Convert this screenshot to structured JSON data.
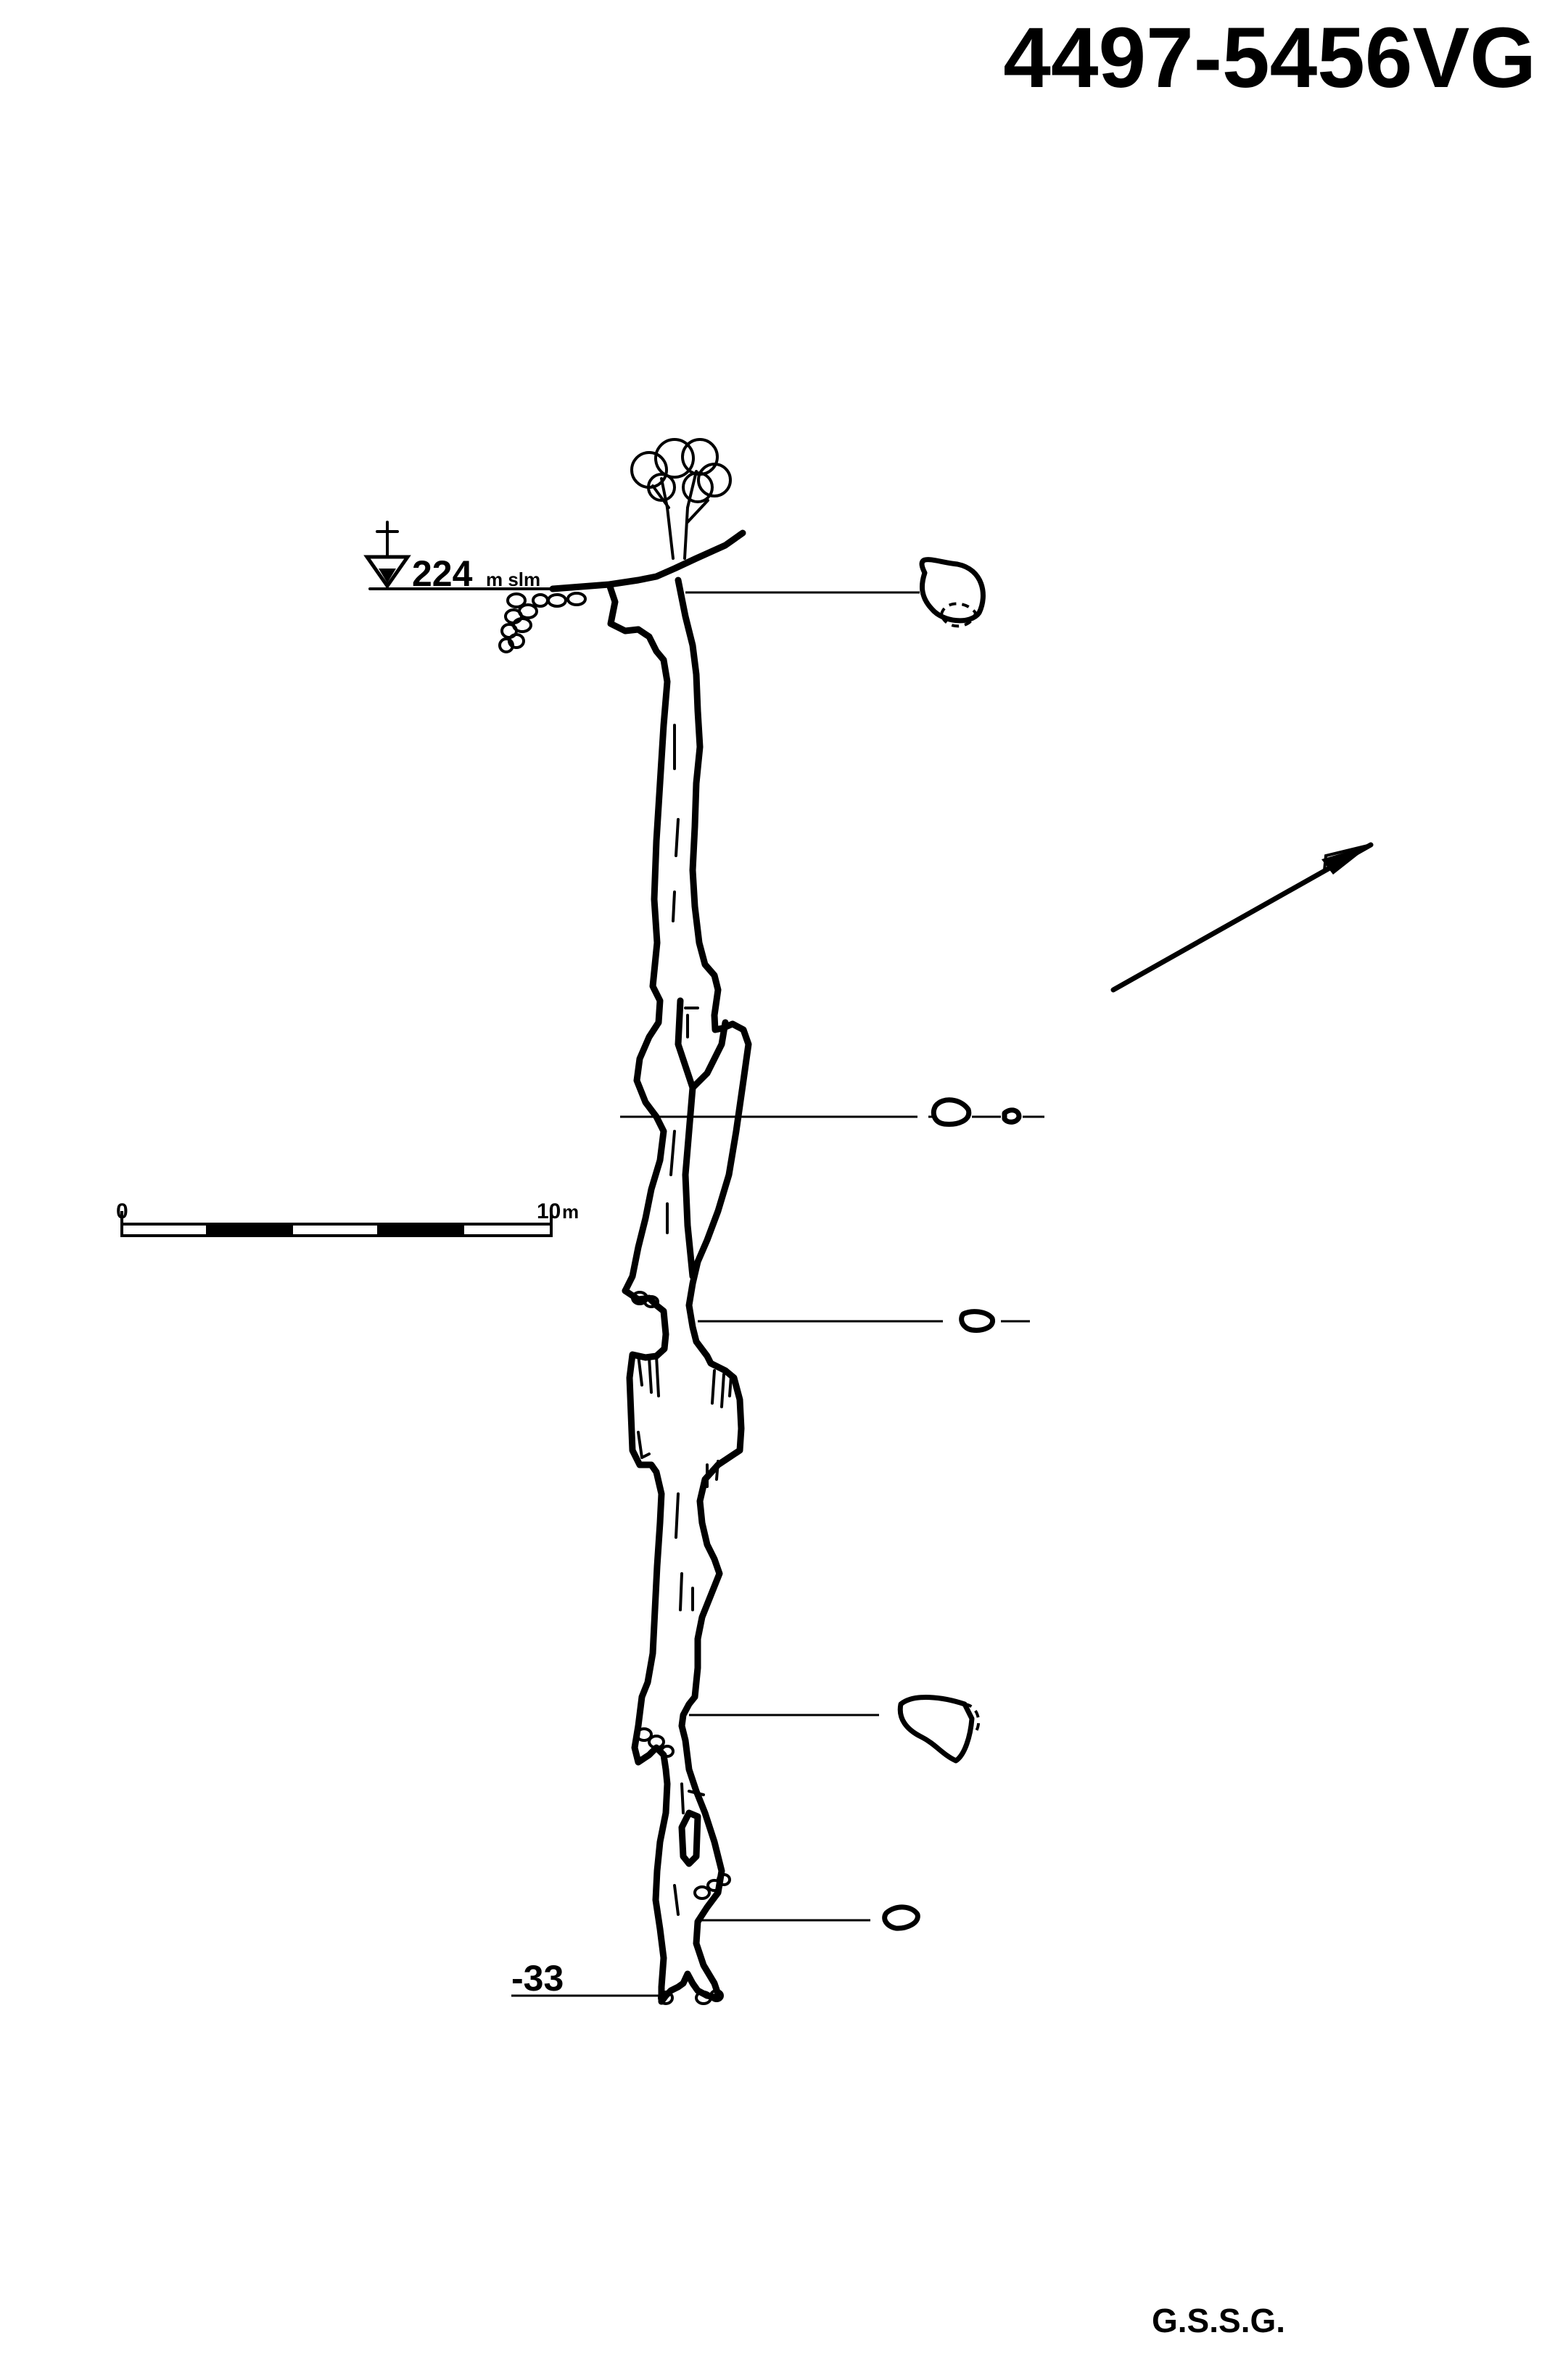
{
  "cave_id": "4497-5456VG",
  "entrance": {
    "elevation": "224",
    "unit": "m slm"
  },
  "depth_label": "-33",
  "scale_bar": {
    "start_label": "0",
    "end_label": "10",
    "unit": "m"
  },
  "credit": "G.S.S.G.",
  "cross_sections": 5,
  "icons": [
    "tree-icon",
    "cross-icon",
    "north-arrow-icon",
    "elevation-marker-icon"
  ]
}
